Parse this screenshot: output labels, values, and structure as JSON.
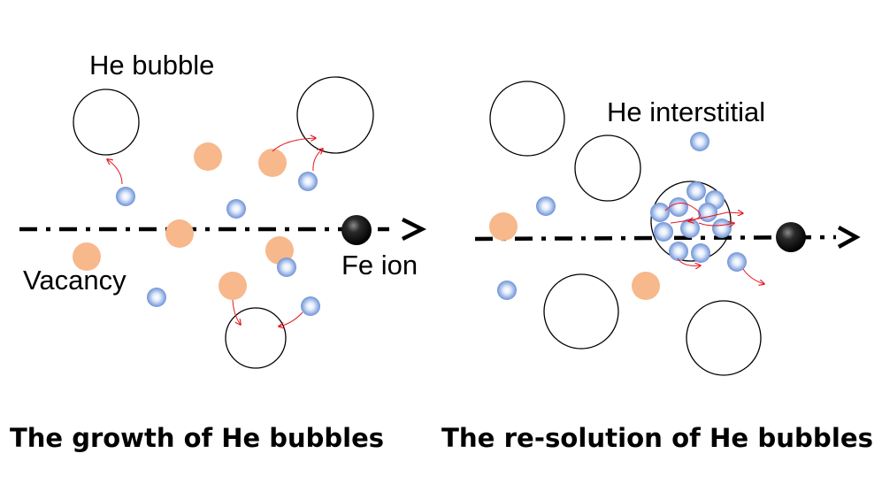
{
  "labels": {
    "he_bubble": "He bubble",
    "vacancy": "Vacancy",
    "fe_ion": "Fe ion",
    "he_interstitial": "He interstitial"
  },
  "captions": {
    "left": "The growth of He bubbles",
    "right": "The re-solution of He bubbles"
  },
  "colors": {
    "vacancy": "#F7B88C",
    "he_atom_center": "#FFFFFF",
    "he_atom_edge": "#6E92D6",
    "fe_ion": "#111111",
    "arrow": "#E8141E",
    "bubble_outline": "#000000",
    "trajectory": "#000000"
  }
}
